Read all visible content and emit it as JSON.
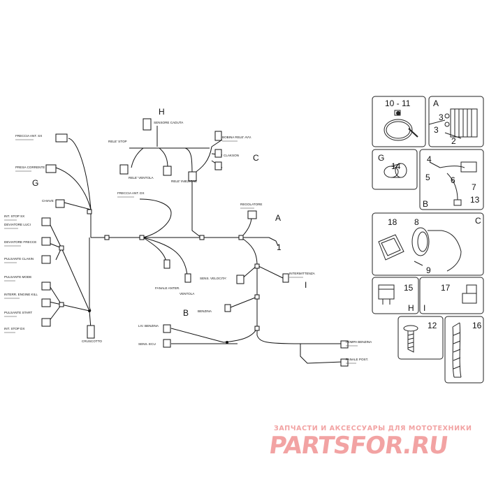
{
  "diagram": {
    "labels": [
      {
        "id": "tag-h",
        "text": "H"
      },
      {
        "id": "tag-g",
        "text": "G"
      },
      {
        "id": "tag-c",
        "text": "C"
      },
      {
        "id": "tag-a",
        "text": "A"
      },
      {
        "id": "tag-1",
        "text": "1"
      },
      {
        "id": "tag-b",
        "text": "B"
      },
      {
        "id": "tag-i",
        "text": "I"
      }
    ],
    "connectors": [
      {
        "id": "freccia-ant-sx",
        "text": "FRECCIA ANT. SX"
      },
      {
        "id": "presa-corrente",
        "text": "PRESA CORRENTE"
      },
      {
        "id": "chiave",
        "text": "CHIAVE"
      },
      {
        "id": "int-stop-sx",
        "text": "INT. STOP SX"
      },
      {
        "id": "deviatore-luci",
        "text": "DEVIATORE LUCI"
      },
      {
        "id": "deviatore-frecce",
        "text": "DEVIATORE FRECCE"
      },
      {
        "id": "pulsante-clakin",
        "text": "PULSANTE CLAKIN"
      },
      {
        "id": "pulsante-mode",
        "text": "PULSANTE MODE"
      },
      {
        "id": "interr-engine-kill",
        "text": "INTERR. ENGINE KILL"
      },
      {
        "id": "pulsante-start",
        "text": "PULSANTE START"
      },
      {
        "id": "int-stop-dx",
        "text": "INT. STOP DX"
      },
      {
        "id": "cruscotto",
        "text": "CRUSCOTTO"
      },
      {
        "id": "sensore-caduta",
        "text": "SENSORE CADUTA"
      },
      {
        "id": "rele-stop",
        "text": "RELE' STOP"
      },
      {
        "id": "bobina-rele",
        "text": "BOBINA RELE' AVV."
      },
      {
        "id": "clakson",
        "text": "CLAKSON"
      },
      {
        "id": "rele-ventola",
        "text": "RELE' VENTOLA"
      },
      {
        "id": "rele-iniezione",
        "text": "RELE' INIEZIONE"
      },
      {
        "id": "freccia-ant-dx",
        "text": "FRECCIA ANT. DX"
      },
      {
        "id": "regolatore",
        "text": "REGOLATORE"
      },
      {
        "id": "fanale-anter",
        "text": "FANALE ANTER."
      },
      {
        "id": "ventola",
        "text": "VENTOLA"
      },
      {
        "id": "sens-velocita",
        "text": "SENS. VELOCITA'"
      },
      {
        "id": "intermittenza",
        "text": "INTERMITTENZA"
      },
      {
        "id": "benzina",
        "text": "BENZINA"
      },
      {
        "id": "liv-benzina",
        "text": "LIV. BENZINA"
      },
      {
        "id": "sens-ecu",
        "text": "SENS. ECU"
      },
      {
        "id": "pompa-benzina",
        "text": "POMPA BENZINA"
      },
      {
        "id": "fanale-post",
        "text": "FANALE POST."
      }
    ],
    "parts": [
      {
        "id": "panel-10-11",
        "title": "10 - 11"
      },
      {
        "id": "panel-a",
        "title": "A",
        "callouts": [
          "3",
          "3",
          "2"
        ]
      },
      {
        "id": "panel-g",
        "title": "G",
        "callouts": [
          "14"
        ]
      },
      {
        "id": "panel-b",
        "title": "B",
        "callouts": [
          "4",
          "5",
          "6",
          "7",
          "13"
        ]
      },
      {
        "id": "panel-c",
        "title": "C",
        "callouts": [
          "18",
          "8",
          "9"
        ]
      },
      {
        "id": "panel-h",
        "title": "H",
        "callouts": [
          "15"
        ]
      },
      {
        "id": "panel-i",
        "title": "I",
        "callouts": [
          "17"
        ]
      },
      {
        "id": "panel-12",
        "title": "12"
      },
      {
        "id": "panel-16",
        "title": "16"
      }
    ]
  },
  "watermark": {
    "subtitle": "ЗАПЧАСТИ И АКСЕССУАРЫ ДЛЯ МОТОТЕХНИКИ",
    "logo": "PARTSFOR.RU",
    "color": "#f2a3a3"
  }
}
